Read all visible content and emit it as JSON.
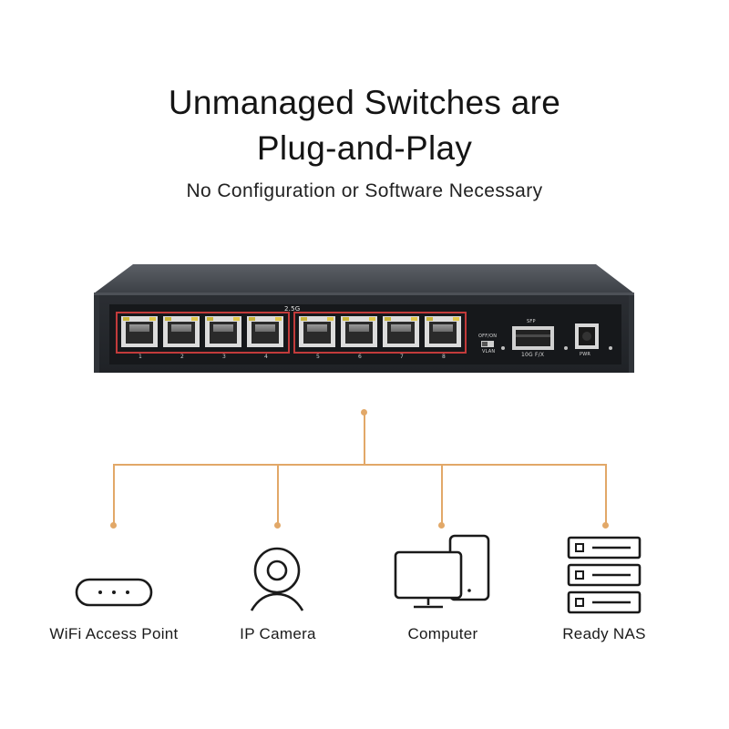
{
  "title_line1": "Unmanaged Switches are",
  "title_line2": "Plug-and-Play",
  "subtitle": "No Configuration or Software Necessary",
  "switch_face": {
    "speed_label": "2.5G",
    "sfp_label": "SFP",
    "sfp_speed": "10G F/X",
    "vlan_switch_label": "OFF/ON",
    "vlan_label": "VLAN",
    "power_label": "PWR",
    "port_numbers": [
      "1",
      "2",
      "3",
      "4",
      "5",
      "6",
      "7",
      "8"
    ]
  },
  "accent_color": "#e2a868",
  "devices": [
    {
      "label": "WiFi Access Point",
      "icon": "wifi-access-point-icon"
    },
    {
      "label": "IP Camera",
      "icon": "ip-camera-icon"
    },
    {
      "label": "Computer",
      "icon": "computer-icon"
    },
    {
      "label": "Ready NAS",
      "icon": "nas-server-icon"
    }
  ]
}
